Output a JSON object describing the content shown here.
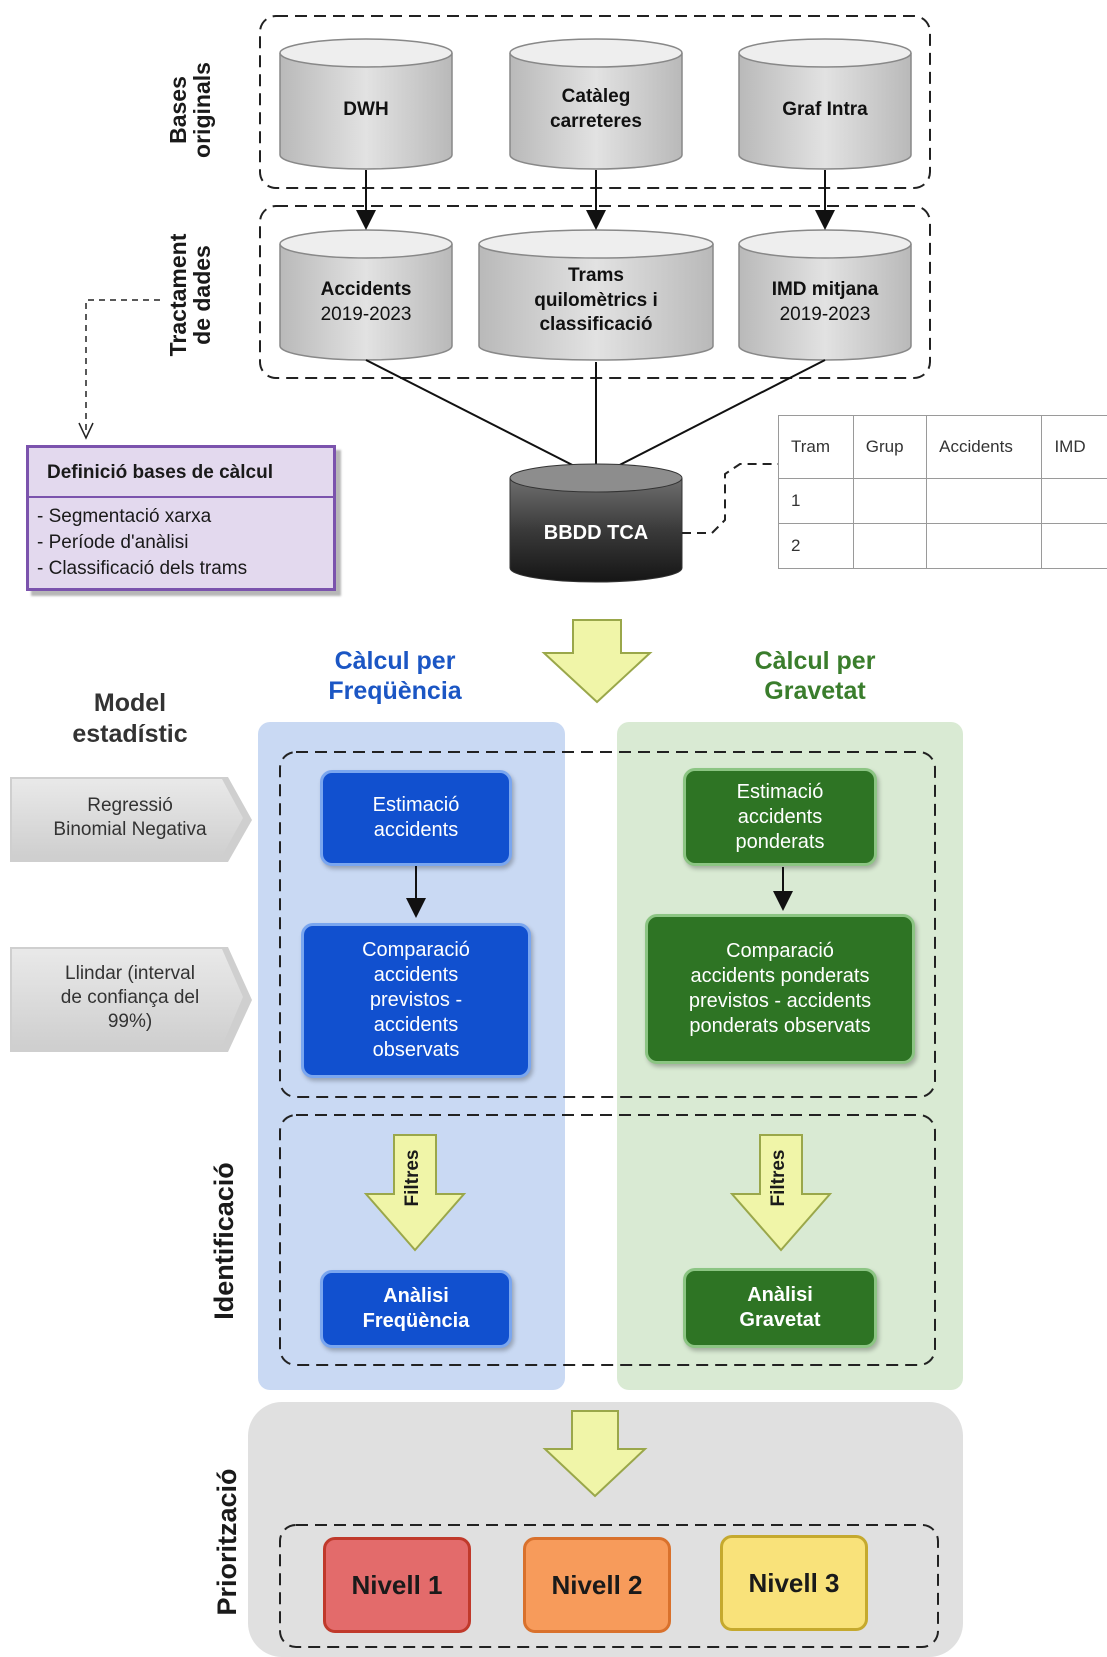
{
  "sections": {
    "bases_originals": "Bases originals",
    "tractament": "Tractament de dades",
    "identificacio": "Identificació",
    "prioritzacio": "Priorització"
  },
  "original_dbs": [
    {
      "line1": "DWH",
      "line2": ""
    },
    {
      "line1": "Catàleg",
      "line2": "carreteres"
    },
    {
      "line1": "Graf Intra",
      "line2": ""
    }
  ],
  "processed_dbs": [
    {
      "line1": "Accidents",
      "line2": "2019-2023"
    },
    {
      "line1": "Trams",
      "line2": "quilomètrics i",
      "line3": "classificació"
    },
    {
      "line1": "IMD mitjana",
      "line2": "2019-2023"
    }
  ],
  "central_db": "BBDD TCA",
  "definition": {
    "title": "Definició bases de càlcul",
    "items": [
      "- Segmentació xarxa",
      "- Període d'anàlisi",
      "- Classificació dels trams"
    ]
  },
  "table": {
    "headers": [
      "Tram",
      "Grup",
      "Accidents",
      "IMD"
    ],
    "rows": [
      [
        "1",
        "",
        "",
        ""
      ],
      [
        "2",
        "",
        "",
        ""
      ]
    ]
  },
  "frequency": {
    "title_line1": "Càlcul per",
    "title_line2": "Freqüència",
    "estimation": [
      "Estimació",
      "accidents"
    ],
    "comparison": [
      "Comparació",
      "accidents",
      "previstos -",
      "accidents",
      "observats"
    ],
    "filter": "Filtres",
    "analysis": [
      "Anàlisi",
      "Freqüència"
    ]
  },
  "severity": {
    "title_line1": "Càlcul per",
    "title_line2": "Gravetat",
    "estimation": [
      "Estimació",
      "accidents",
      "ponderats"
    ],
    "comparison": [
      "Comparació",
      "accidents ponderats",
      "previstos - accidents",
      "ponderats observats"
    ],
    "filter": "Filtres",
    "analysis": [
      "Anàlisi",
      "Gravetat"
    ]
  },
  "model": {
    "title_line1": "Model",
    "title_line2": "estadístic",
    "regression": [
      "Regressió",
      "Binomial Negativa"
    ],
    "threshold": [
      "Llindar (interval",
      "de confiança del",
      "99%)"
    ]
  },
  "levels": [
    "Nivell 1",
    "Nivell 2",
    "Nivell 3"
  ],
  "colors": {
    "blue_panel": "#c9d9f3",
    "green_panel": "#d9ead3",
    "gray_panel": "#e0e0e0",
    "blue_box": "#1150cf",
    "green_box": "#2e7424",
    "blue_title": "#1b56c4",
    "green_title": "#3a7d2c",
    "arrow_fill": "#f0f5a8",
    "arrow_stroke": "#9aa74a",
    "nivell1": "#e36b6b",
    "nivell2": "#f79b5b",
    "nivell3": "#f9e27a"
  }
}
